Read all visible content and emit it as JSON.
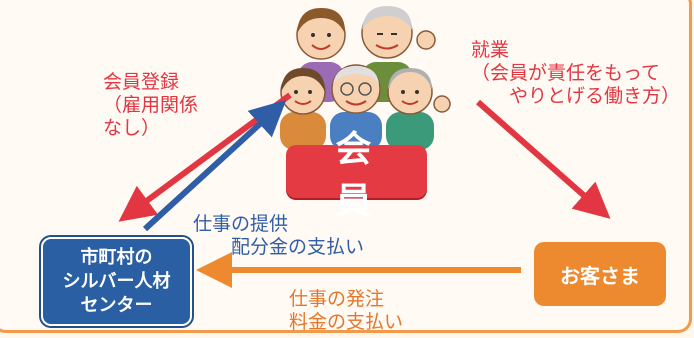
{
  "diagram": {
    "members_label": "会 員",
    "center_label_lines": [
      "市町村の",
      "シルバー人材",
      "センター"
    ],
    "customer_label": "お客さま",
    "registration_text": "会員登録\n（雇用関係\nなし）",
    "employment_text": "就業\n（会員が責任をもって\n　　やりとげる働き方）",
    "provide_work_text": "仕事の提供\n　　配分金の支払い",
    "order_work_text": "仕事の発注\n料金の支払い"
  },
  "colors": {
    "red": "#e23743",
    "blue": "#2f5ea6",
    "orange": "#ed8a2f",
    "frame": "#f29a4a"
  }
}
